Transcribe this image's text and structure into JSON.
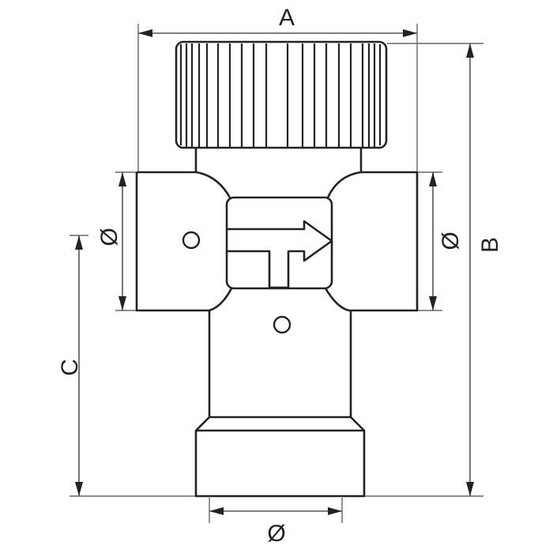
{
  "drawing": {
    "subject": "T-fitting valve with knurled cap nut and flow-direction arrow",
    "dimensions": {
      "A": {
        "label": "A",
        "orientation": "horizontal",
        "meaning": "overall width"
      },
      "B": {
        "label": "B",
        "orientation": "vertical",
        "meaning": "overall height"
      },
      "C": {
        "label": "C",
        "orientation": "vertical",
        "meaning": "height from outlet to side-port axis"
      },
      "diameter_left": {
        "label": "Ø",
        "orientation": "vertical"
      },
      "diameter_right": {
        "label": "Ø",
        "orientation": "vertical"
      },
      "diameter_bottom": {
        "label": "Ø",
        "orientation": "horizontal"
      }
    },
    "colors": {
      "line": "#222222",
      "dimension_line": "#555555",
      "background": "#ffffff"
    }
  }
}
